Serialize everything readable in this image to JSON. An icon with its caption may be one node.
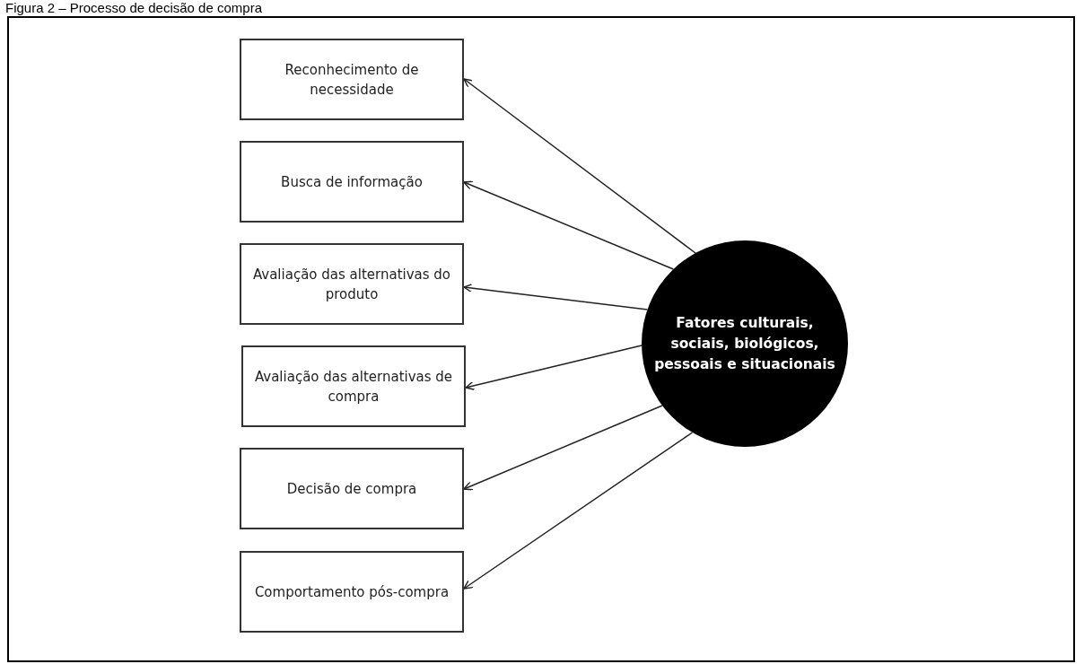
{
  "diagram": {
    "title": "Figura 2 – Processo de decisão de compra",
    "nodes": [
      {
        "text": [
          "Reconhecimento de necessidade"
        ]
      },
      {
        "text": [
          "Busca de informação"
        ]
      },
      {
        "text": [
          "Avaliação das alternativas do produto"
        ]
      },
      {
        "text": [
          "Avaliação das alternativas de compra"
        ]
      },
      {
        "text": [
          "Decisão de compra"
        ]
      },
      {
        "text": [
          "Comportamento pós-compra"
        ]
      },
      {
        "text": [
          "Fatores culturais, sociais, biológicos, pessoais e situacionais"
        ]
      }
    ],
    "edges": [
      {
        "from": 6,
        "to": 0,
        "arrow": "to"
      },
      {
        "from": 6,
        "to": 1,
        "arrow": "to"
      },
      {
        "from": 6,
        "to": 2,
        "arrow": "to"
      },
      {
        "from": 6,
        "to": 3,
        "arrow": "to"
      },
      {
        "from": 6,
        "to": 4,
        "arrow": "to"
      },
      {
        "from": 6,
        "to": 5,
        "arrow": "to"
      }
    ]
  }
}
